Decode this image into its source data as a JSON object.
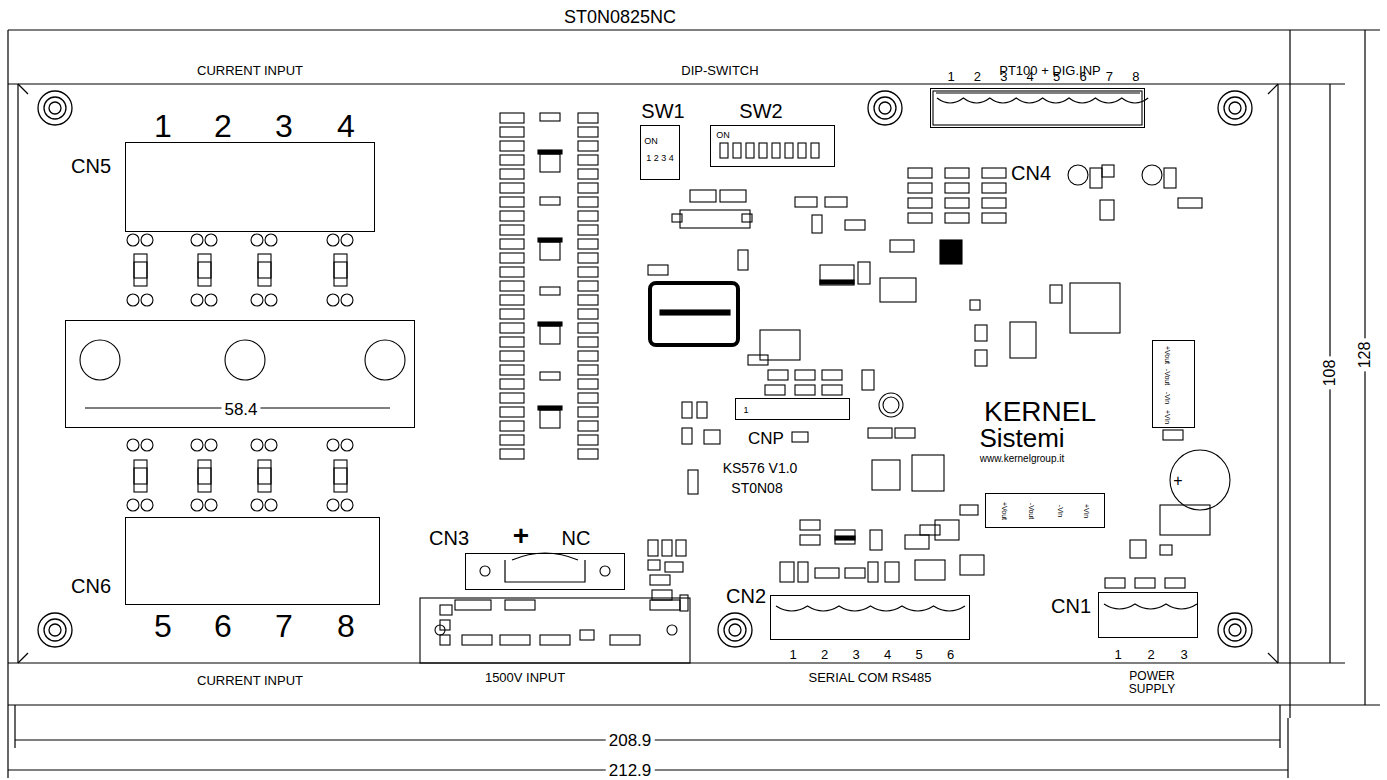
{
  "diagram": {
    "title": "ST0N0825NC",
    "nodes": [
      {
        "text": [
          "CN5",
          "1",
          "2",
          "3",
          "4"
        ]
      },
      {
        "text": [
          "SW1",
          "ON",
          "1 2 3 4"
        ]
      },
      {
        "text": [
          "SW2",
          "ON"
        ]
      },
      {
        "text": [
          "1",
          "2",
          "3",
          "4",
          "5",
          "6",
          "7",
          "8",
          "CN4"
        ]
      },
      {
        "text": [
          "58.4"
        ]
      },
      {
        "text": [
          "+Vout",
          "-Vout",
          "-Vin",
          "+Vin"
        ]
      },
      {
        "text": [
          "1",
          "CNP"
        ]
      },
      {
        "text": [
          "+Vout",
          "-Vout",
          "-Vin",
          "+Vin"
        ]
      },
      {
        "text": [
          "CN6",
          "5",
          "6",
          "7",
          "8"
        ]
      },
      {
        "text": [
          "CN3",
          "+",
          "NC"
        ]
      },
      {
        "text": [
          "CN2",
          "1",
          "2",
          "3",
          "4",
          "5",
          "6"
        ]
      },
      {
        "text": [
          "CN1",
          "1",
          "2",
          "3"
        ]
      }
    ],
    "labels": [
      "CURRENT INPUT",
      "DIP-SWITCH",
      "PT100 + DIG.INP",
      "KERNEL",
      "Sistemi",
      "www.kernelgroup.it",
      "KS576 V1.0",
      "ST0N08",
      "+",
      "CURRENT INPUT",
      "1500V INPUT",
      "SERIAL COM RS485",
      "POWER SUPPLY",
      "208.9",
      "212.9",
      "108",
      "128"
    ]
  }
}
